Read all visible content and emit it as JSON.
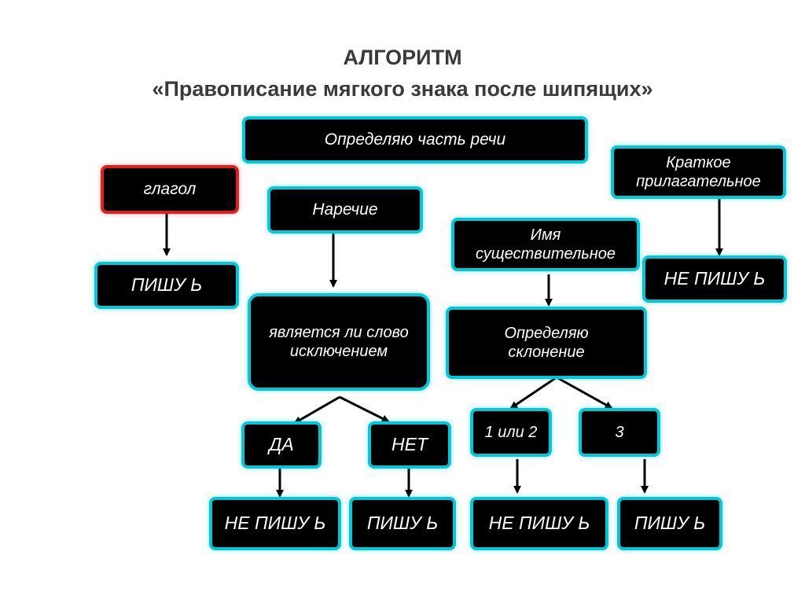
{
  "title": {
    "line1": "АЛГОРИТМ",
    "line2": "«Правописание мягкого знака после шипящих»"
  },
  "nodes": {
    "part_of_speech": "Определяю часть речи",
    "verb": "глагол",
    "verb_result": "ПИШУ  Ь",
    "adverb": "Наречие",
    "exception_question": "является ли слово исключением",
    "yes": "ДА",
    "no": "НЕТ",
    "yes_result": "НЕ ПИШУ Ь",
    "no_result": "ПИШУ Ь",
    "noun": "Имя существительное",
    "declension": "Определяю склонение",
    "decl_1_2": "1 или 2",
    "decl_3": "3",
    "decl_1_2_result": "НЕ ПИШУ Ь",
    "decl_3_result": "ПИШУ Ь",
    "short_adj": "Краткое прилагательное",
    "short_adj_result": "НЕ ПИШУ  Ь"
  },
  "colors": {
    "box_fill": "#000000",
    "box_border": "#00c8d8",
    "verb_border": "#e02020",
    "title_text": "#3a3a3a",
    "arrow": "#000000"
  }
}
